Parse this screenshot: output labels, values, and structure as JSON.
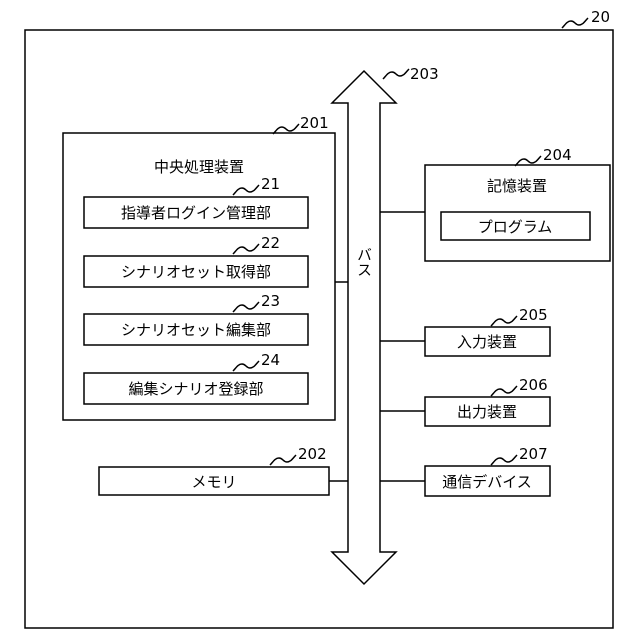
{
  "device": {
    "ref": "20"
  },
  "cpu": {
    "ref": "201",
    "title": "中央処理装置",
    "units": [
      {
        "ref": "21",
        "label": "指導者ログイン管理部"
      },
      {
        "ref": "22",
        "label": "シナリオセット取得部"
      },
      {
        "ref": "23",
        "label": "シナリオセット編集部"
      },
      {
        "ref": "24",
        "label": "編集シナリオ登録部"
      }
    ]
  },
  "memory": {
    "ref": "202",
    "label": "メモリ"
  },
  "bus": {
    "ref": "203",
    "label": "バス"
  },
  "storage": {
    "ref": "204",
    "title": "記憶装置",
    "program": "プログラム"
  },
  "input": {
    "ref": "205",
    "label": "入力装置"
  },
  "output": {
    "ref": "206",
    "label": "出力装置"
  },
  "comm": {
    "ref": "207",
    "label": "通信デバイス"
  }
}
